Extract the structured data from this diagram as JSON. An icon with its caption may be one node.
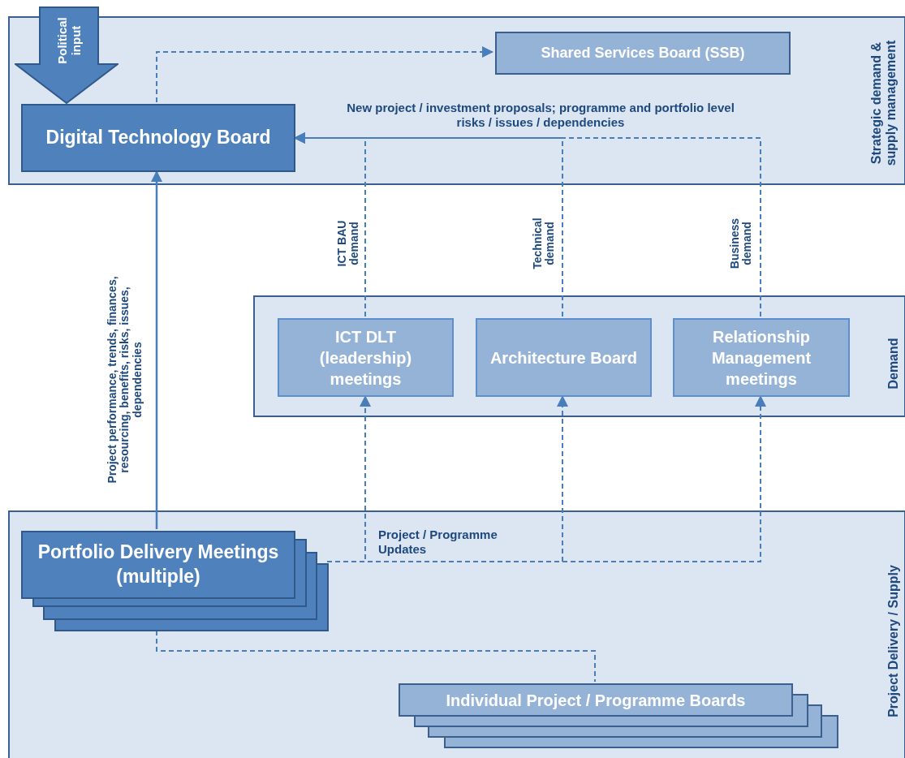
{
  "diagram": {
    "nodes": [
      {
        "text": [
          "Strategic demand & supply management"
        ]
      },
      {
        "text": [
          "Political input"
        ]
      },
      {
        "text": [
          "Digital Technology Board"
        ],
        "in": 0
      },
      {
        "text": [
          "Shared Services Board (SSB)"
        ],
        "in": 0
      },
      {
        "text": [
          "Demand"
        ]
      },
      {
        "text": [
          "ICT DLT (leadership) meetings"
        ],
        "in": 4
      },
      {
        "text": [
          "Architecture Board"
        ],
        "in": 4
      },
      {
        "text": [
          "Relationship Management meetings"
        ],
        "in": 4
      },
      {
        "text": [
          "Project Delivery / Supply"
        ]
      },
      {
        "text": [
          "Portfolio Delivery Meetings (multiple)"
        ],
        "in": 8
      },
      {
        "text": [
          "Individual Project / Programme Boards"
        ],
        "in": 8
      }
    ],
    "edges": [
      {
        "from": 2,
        "to": 3,
        "arrow": "to",
        "style": "dashed"
      },
      {
        "from": 5,
        "to": 2,
        "arrow": "to",
        "style": "dashed",
        "label": "ICT BAU demand"
      },
      {
        "from": 6,
        "to": 2,
        "arrow": "to",
        "style": "dashed",
        "label": "Technical demand"
      },
      {
        "from": 7,
        "to": 2,
        "arrow": "to",
        "style": "dashed",
        "label": "Business demand"
      },
      {
        "from": 9,
        "to": 2,
        "arrow": "to",
        "label": "Project performance, trends, finances, resourcing, benefits, risks, issues, dependencies"
      },
      {
        "from": 9,
        "to": 5,
        "arrow": "to",
        "style": "dashed"
      },
      {
        "from": 9,
        "to": 6,
        "arrow": "to",
        "style": "dashed"
      },
      {
        "from": 9,
        "to": 7,
        "arrow": "to",
        "style": "dashed"
      },
      {
        "from": 9,
        "to": 10,
        "arrow": "none",
        "style": "dashed"
      }
    ],
    "labels": [
      "New project / investment proposals; programme and portfolio level risks / issues / dependencies",
      "Project / Programme Updates"
    ]
  }
}
